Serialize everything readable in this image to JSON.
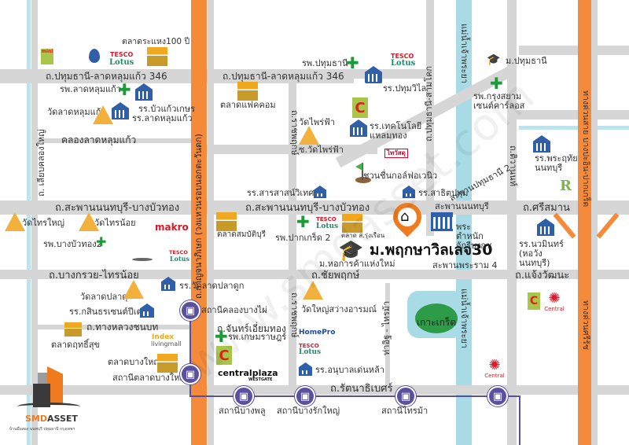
{
  "map": {
    "title": "ม.พฤกษาวิลเลจ30",
    "watermark": "www.smdasset.com",
    "colors": {
      "highway": "#f58a3b",
      "road": "#d6d6d6",
      "canal": "#bfe3ea",
      "train_line": "#5b4fa0",
      "marker": "#f07a1e",
      "school": "#2f5fa8",
      "hospital": "#1f9a3a",
      "temple": "#f2b13c"
    },
    "roads": {
      "r346_left": "ถ.ปทุมธานี-ลาดหลุมแก้ว 346",
      "r346_mid": "ถ.ปทุมธานี-ลาดหลุมแก้ว 346",
      "khlong_lat_lum_kaeo": "คลองลาดหลุมแก้ว",
      "liap_khlong_yai": "ถ. เลียบคลองใหญ่",
      "kanchanaphisek": "ถ.กาญจนาภิเษก (วงแหวนรอบนอกตะวันตก)",
      "saphan_nonthaburi_bang_bua_thong_left": "ถ.สะพานนนทบุรี-บางบัวทอง",
      "saphan_nonthaburi_bang_bua_thong_mid": "ถ.สะพานนนทบุรี-บางบัวทอง",
      "bang_kruai_sai_noi": "ถ.บางกรวย-ไทรน้อย",
      "thang_luang_chonnabot": "ถ.ทางหลวงชนบท",
      "soi_wat_phrai_fa": "ซ.วัดไพร่ฟ้า",
      "ratchaphruek": "ถ.ราชพฤกษ์",
      "chai_phruek": "ถ.ชัยพฤกษ์",
      "chan_iam_thong": "ถ.จันทร์เอี่ยมทอง",
      "rattanathibet": "ถ.รัตนาธิเบศร์",
      "tha_it_sai_ma": "ท่าอิฐ - ไทรม้า",
      "pathum_thani_sam_khok": "ถ.ปทุมธานี-สามโคก",
      "chao_phraya": "แม่น้ำเจ้าพระยา",
      "saphan_pathum_thani_2": "สะพานปทุมธานี 2",
      "tiwanon": "ถ.ติวานนท์",
      "saphan_nonthaburi": "สะพานนนทบุรี",
      "saphan_phra_ram_4": "สะพานพระราม 4",
      "si_saman": "ถ.ศรีสมาน",
      "chaeng_watthana": "ถ.แจ้งวัฒนะ",
      "expressway_north": "ทางด่วนสาย บางปะอิน-ปากเกร็ด",
      "expressway_south": "ทางด่วนศรีรัช"
    },
    "places": {
      "talat_rahaeng": "ตลาดระแหง100 ปี",
      "rp_lat_lum_kaeo": "รพ.ลาดหลุมแก้ว",
      "rr_bua_kaeo_kasorn": "รร.บัวแก้วเกษร",
      "rr_lat_lum_kaeo": "รร.ลาดหลุมแก้ว",
      "wat_lat_lum_kaeo": "วัดลาดหลุมแก้ว",
      "rp_pathum_thani": "รพ.ปทุมธานี",
      "rr_pathum_wilai": "รร.ปทุมวิไล",
      "talat_fak_khom": "ตลาดแฟคคอม",
      "wat_phrai_fa": "วัดไพร่ฟ้า",
      "rr_technology_laem_thong": "รร.เทคโนโลยีแหลมทอง",
      "m_pathum_thani": "ม.ปทุมธานี",
      "rp_krung_siam": "รพ.กรุงสยามเซนต์คาร์ลอส",
      "thai_watsadu": "ไทวัสดุ",
      "golf": "ชวนชื่นกอล์ฟอเวนิว",
      "rr_sarasas": "รร.สารสาสน์วิเทศ",
      "rr_sachit_pathum": "รร.สาธิตปทุม",
      "rr_phra_ruthai": "รร.พระฤทัยนนทบุรี",
      "wat_sai_yai": "วัดไทรใหญ่",
      "wat_sai_noi": "วัดไทรน้อย",
      "rp_bang_bua_thong_2": "รพ.บางบัวทอง2",
      "talat_sombat_buri": "ตลาดสมบัติบุรี",
      "rp_pak_kret_2": "รพ.ปากเกร็ด 2",
      "talat_rung_ruean": "ตลาด ส.รุ่งเรือน",
      "m_chamber_commerce": "ม.หอการค้าแห่งใหม่",
      "phra_tamnak": "พระตำหนักจักรีบงกช",
      "rr_nawamin": "รร.นวมินทร์ (หอวัง นนทบุรี)",
      "wat_lat_pla_duk": "วัดลาดปลาดุ",
      "rr_wat_lat_pla_duk": "รร.วัดลาดปลาดูก",
      "rr_kasinthon": "รร.กสินธรเซนต์ปีเตอร์",
      "talat_rit_suk": "ตลาดฤทธิ์สุข",
      "talat_bang_yai": "ตลาดบางใหญ่",
      "rp_kasemrad": "รพ.เกษมราษฎร์",
      "wat_yai_sawang": "วัดใหญ่สว่างอารมณ์",
      "rr_anuban_den_la": "รร.อนุบาลเด่นหล้า",
      "ko_kret": "เกาะเกร็ด"
    },
    "stations": [
      {
        "label": "สถานีคลองบางไผ่"
      },
      {
        "label": "สถานีตลาดบางใหญ่"
      },
      {
        "label": "สถานีบางพลู"
      },
      {
        "label": "สถานีบางรักใหญ่"
      },
      {
        "label": "สถานีไทรม้า"
      }
    ],
    "brands": {
      "mini_bigc": "mini",
      "tesco": "TESCO",
      "lotus": "Lotus",
      "makro": "makro",
      "index": "Index",
      "livingmall": "livingmall",
      "central_plaza": "centralplaza",
      "westgate": "WESTGATE",
      "homepro": "HomePro",
      "central": "Central",
      "robinson": "R"
    },
    "logo": {
      "name_a": "SMD",
      "name_b": "ASSET",
      "tagline": "บ้านมือสอง นนทบุรี ปทุมธานี กรุงเทพฯ"
    }
  }
}
